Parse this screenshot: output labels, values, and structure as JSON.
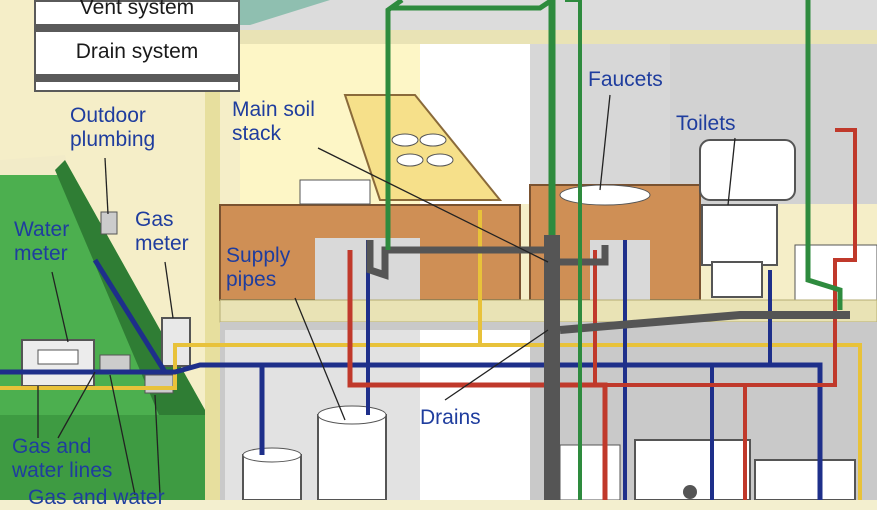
{
  "legend": {
    "vent_system": "Vent system",
    "drain_system": "Drain system"
  },
  "labels": {
    "outdoor_plumbing": "Outdoor\nplumbing",
    "main_soil_stack": "Main soil\nstack",
    "faucets": "Faucets",
    "toilets": "Toilets",
    "water_meter": "Water\nmeter",
    "gas_meter": "Gas\nmeter",
    "supply_pipes": "Supply\npipes",
    "drains": "Drains",
    "gas_and_water_lines": "Gas and\nwater lines",
    "gas_and_water_cut": "Gas and water"
  },
  "colors": {
    "vent_pipe": "#2e8b3e",
    "drain_pipe": "#555555",
    "cold_water": "#1e2f8a",
    "hot_water": "#c0392b",
    "gas_line": "#e8c23a",
    "label_text": "#1f3d9e",
    "lawn": "#4caf4f",
    "wall": "#fbf4c2",
    "wood": "#cf8f55"
  }
}
